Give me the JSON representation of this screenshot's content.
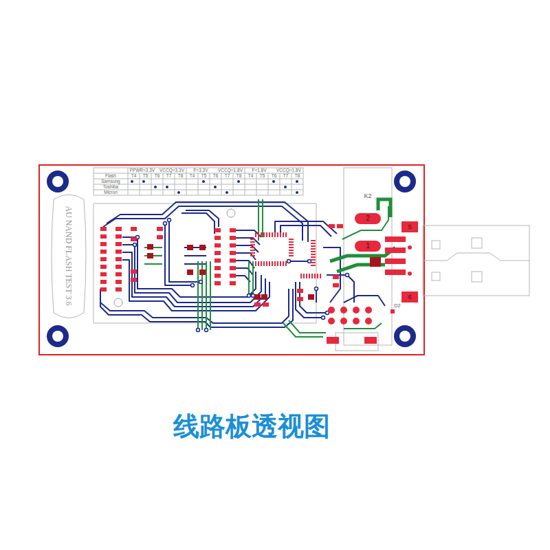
{
  "diagram": {
    "caption": "线路板透视图",
    "labels": [
      "FPWR=3.3V",
      "VCCQ=3.3V",
      "F=3.3V",
      "VCCQ=1.8V",
      "F=1.8V",
      "VCCQ=1.8V",
      "Flash",
      "T4",
      "T5",
      "T6",
      "T7",
      "T8",
      "T4",
      "T5",
      "T6",
      "T7",
      "T8",
      "T4",
      "T5",
      "T6",
      "T7",
      "T8",
      "Samsung",
      "Toshiba",
      "Micron",
      "AU NAND FLASH TEST 3.6",
      "K2",
      "2",
      "1",
      "5",
      "6",
      "D2"
    ]
  }
}
